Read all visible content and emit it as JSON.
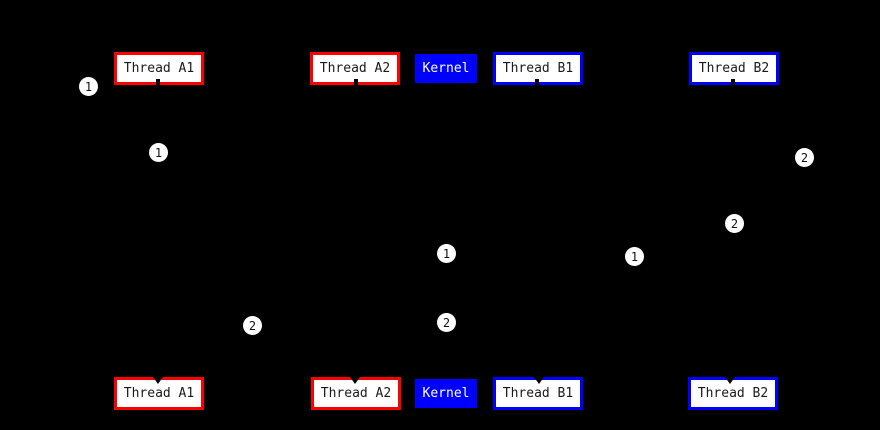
{
  "colors": {
    "background": "#000000",
    "process_a_accent": "#ff0000",
    "process_b_accent": "#0000ff",
    "kernel_fill": "#0000ff",
    "kernel_text": "#ffffff",
    "node_fill": "#ffffff",
    "node_text": "#1a1a1a",
    "marker_fill": "#ffffff",
    "marker_text": "#111111"
  },
  "top_row": {
    "thread_a1": "Thread A1",
    "thread_a2": "Thread A2",
    "kernel": "Kernel",
    "thread_b1": "Thread B1",
    "thread_b2": "Thread B2"
  },
  "bottom_row": {
    "thread_a1": "Thread A1",
    "thread_a2": "Thread A2",
    "kernel": "Kernel",
    "thread_b1": "Thread B1",
    "thread_b2": "Thread B2"
  },
  "step_markers": [
    {
      "label": "1"
    },
    {
      "label": "1"
    },
    {
      "label": "2"
    },
    {
      "label": "2"
    },
    {
      "label": "1"
    },
    {
      "label": "1"
    },
    {
      "label": "2"
    },
    {
      "label": "2"
    }
  ]
}
